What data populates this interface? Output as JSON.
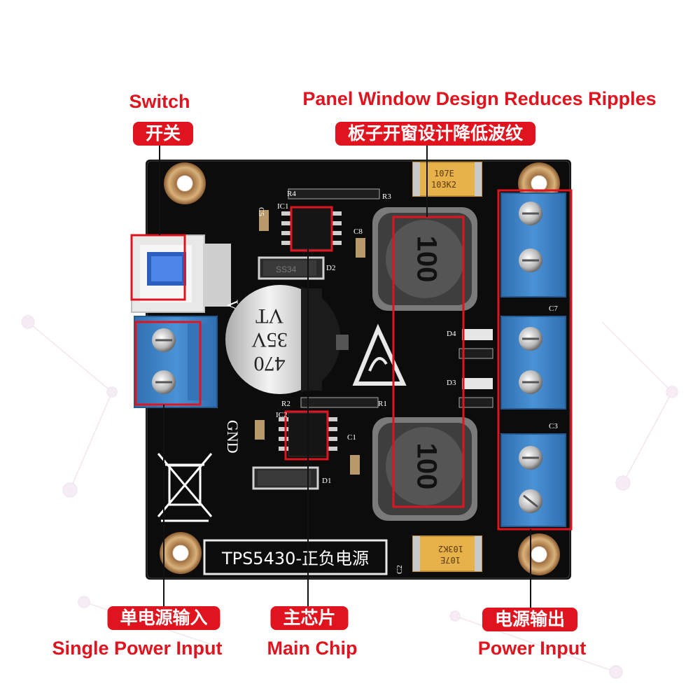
{
  "labels": {
    "switch_en": "Switch",
    "switch_cn": "开关",
    "panel_en": "Panel Window Design Reduces Ripples",
    "panel_cn": "板子开窗设计降低波纹",
    "single_cn": "单电源输入",
    "single_en": "Single Power Input",
    "chip_cn": "主芯片",
    "chip_en": "Main Chip",
    "power_cn": "电源输出",
    "power_en": "Power Input"
  },
  "board": {
    "title": "TPS5430-正负电源",
    "capacitor_value": "470",
    "capacitor_voltage": "35V",
    "capacitor_series": "VT",
    "inductor_top": "100",
    "inductor_bottom": "100",
    "tantalum_top_1": "107E",
    "tantalum_top_2": "103K2",
    "tantalum_bottom_1": "107E",
    "tantalum_bottom_2": "103K2",
    "gnd_label": "GND",
    "v_label": "V",
    "ref_r4": "R4",
    "ref_r3": "R3",
    "ref_r2": "R2",
    "ref_r1": "R1",
    "ref_d2": "D2",
    "ref_d1": "D1",
    "ref_d3": "D3",
    "ref_d4": "D4",
    "ref_c1": "C1",
    "ref_c2": "C2",
    "ref_c3": "C3",
    "ref_c5": "C5",
    "ref_c7": "C7",
    "ref_c8": "C8",
    "ref_ic1": "IC1",
    "ref_ic2": "IC2",
    "diode_code": "SS34"
  },
  "colors": {
    "accent_red": "#e0141e",
    "terminal_blue": "#3c82c8",
    "pcb_black": "#0c0c0c"
  }
}
